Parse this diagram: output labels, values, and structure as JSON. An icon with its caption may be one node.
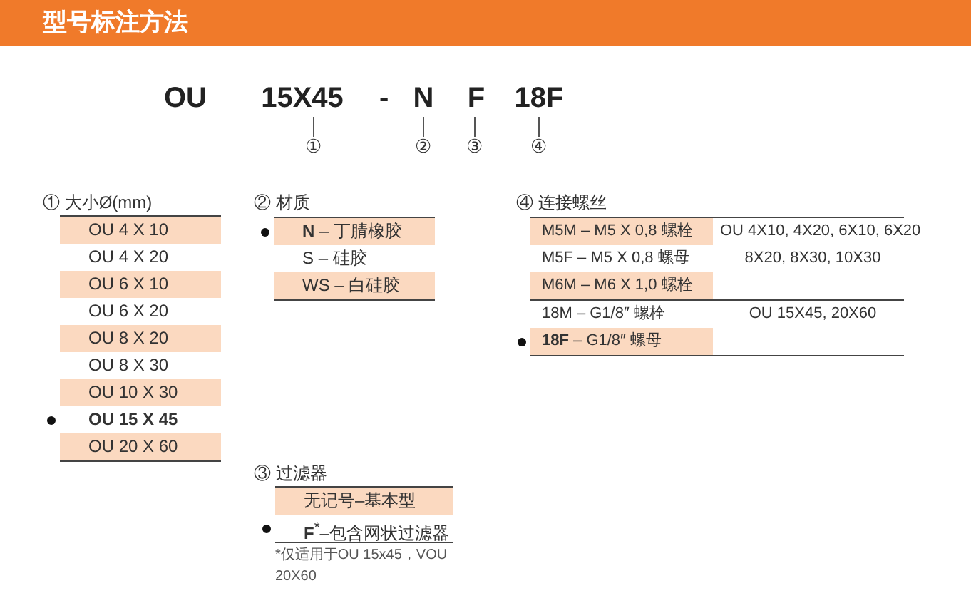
{
  "diagram": {
    "title": "型号标注方法",
    "nodes": [
      {
        "text": [
          "15X45"
        ]
      },
      {
        "text": [
          "①"
        ]
      },
      {
        "text": [
          "N"
        ]
      },
      {
        "text": [
          "②"
        ]
      },
      {
        "text": [
          "F"
        ]
      },
      {
        "text": [
          "③"
        ]
      },
      {
        "text": [
          "18F"
        ]
      },
      {
        "text": [
          "④"
        ]
      }
    ],
    "edges": [
      {
        "from": 0,
        "to": 1,
        "arrow": "none"
      },
      {
        "from": 2,
        "to": 3,
        "arrow": "none"
      },
      {
        "from": 4,
        "to": 5,
        "arrow": "none"
      },
      {
        "from": 6,
        "to": 7,
        "arrow": "none"
      }
    ],
    "labels": [
      "OU",
      "-",
      "① 大小Ø(mm)",
      "OU 4 X 10",
      "OU 4 X 20",
      "OU 6 X 10",
      "OU 6 X 20",
      "OU 8 X 20",
      "OU 8 X 30",
      "OU 10 X 30",
      "OU 15 X 45",
      "OU 20 X 60",
      "② 材质",
      "**N** – 丁腈橡胶",
      "S – 硅胶",
      "WS – 白硅胶",
      "④ 连接螺丝",
      "M5M – M5 X 0,8 螺栓",
      "OU 4X10, 4X20, 6X10, 6X20",
      "M5F – M5 X 0,8 螺母",
      "8X20, 8X30, 10X30",
      "M6M – M6 X 1,0 螺栓",
      "18M – G1/8″ 螺栓",
      "OU 15X45, 20X60",
      "**18F** – G1/8″ 螺母",
      "③ 过滤器",
      "无记号–基本型",
      "**F**$^{*}$–包含网状过滤器",
      "*仅适用于OU 15x45，VOU 20X60"
    ]
  }
}
